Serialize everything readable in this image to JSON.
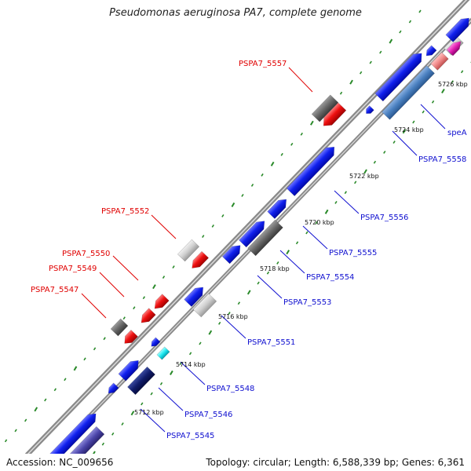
{
  "title": "Pseudomonas aeruginosa PA7, complete genome",
  "footer": {
    "accession": "Accession: NC_009656",
    "topology": "Topology: circular; Length: 6,588,339 bp; Genes: 6,361"
  },
  "colors": {
    "backbone": "#888888",
    "forward_blue": "#0a14e6",
    "reverse_red": "#ee0000",
    "label_red": "#e00000",
    "label_blue": "#1010d0",
    "tick_green": "#2a8a2a"
  },
  "ticks": [
    "5712 kbp",
    "5714 kbp",
    "5716 kbp",
    "5718 kbp",
    "5720 kbp",
    "5722 kbp",
    "5724 kbp",
    "5726 kbp"
  ],
  "labels_top": [
    "PSPA7_5557",
    "PSPA7_5552",
    "PSPA7_5550",
    "PSPA7_5549",
    "PSPA7_5547"
  ],
  "labels_bottom": [
    "speA",
    "PSPA7_5558",
    "PSPA7_5556",
    "PSPA7_5555",
    "PSPA7_5554",
    "PSPA7_5553",
    "PSPA7_5551",
    "PSPA7_5548",
    "PSPA7_5546",
    "PSPA7_5545"
  ]
}
